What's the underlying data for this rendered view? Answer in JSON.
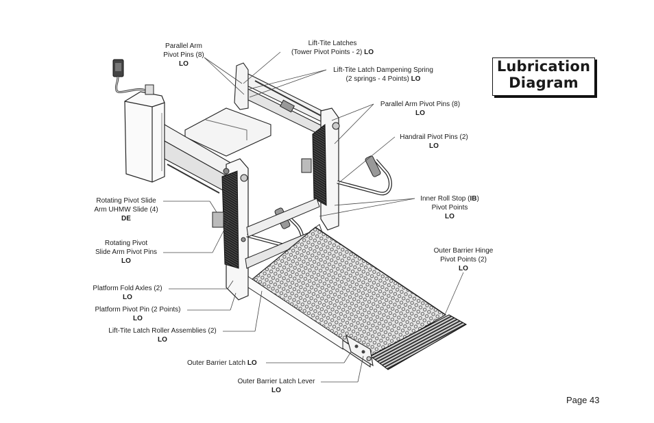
{
  "title": {
    "line1": "Lubrication",
    "line2": "Diagram"
  },
  "page_label": "Page 43",
  "callouts": {
    "parallel_arm_pins_left": {
      "l1": "Parallel Arm",
      "l2": "Pivot Pins (8)",
      "l3": "LO"
    },
    "lift_tite_latches": {
      "l1": "Lift-Tite Latches",
      "l2a": "(Tower Pivot Points - 2) ",
      "l2b": "LO"
    },
    "latch_dampening_spring": {
      "l1": "Lift-Tite Latch Dampening Spring",
      "l2a": "(2 springs - 4 Points) ",
      "l2b": "LO"
    },
    "parallel_arm_pins_right": {
      "l1": "Parallel Arm Pivot Pins (8)",
      "l2": "LO"
    },
    "handrail_pivot_pins": {
      "l1": "Handrail Pivot Pins (2)",
      "l2": "LO"
    },
    "inner_roll_stop": {
      "l1a": "Inner Roll Stop (",
      "l1b": "IB",
      "l1c": ")",
      "l2": "Pivot Points",
      "l3": "LO"
    },
    "outer_barrier_hinge": {
      "l1": "Outer Barrier Hinge",
      "l2": "Pivot Points (2)",
      "l3": "LO"
    },
    "rotating_pivot_slide": {
      "l1": "Rotating Pivot Slide",
      "l2": "Arm UHMW Slide (4)",
      "l3": "DE"
    },
    "rotating_pivot_pins": {
      "l1": "Rotating Pivot",
      "l2": "Slide Arm Pivot Pins",
      "l3": "LO"
    },
    "platform_fold_axles": {
      "l1": "Platform Fold Axles (2)",
      "l2": "LO"
    },
    "platform_pivot_pin": {
      "l1": "Platform Pivot Pin (2 Points)",
      "l2": "LO"
    },
    "latch_roller_assemblies": {
      "l1": "Lift-Tite Latch Roller Assemblies (2)",
      "l2": "LO"
    },
    "outer_barrier_latch": {
      "l1a": "Outer Barrier Latch ",
      "l1b": "LO"
    },
    "outer_barrier_latch_lever": {
      "l1": "Outer Barrier Latch Lever",
      "l2": "LO"
    }
  }
}
